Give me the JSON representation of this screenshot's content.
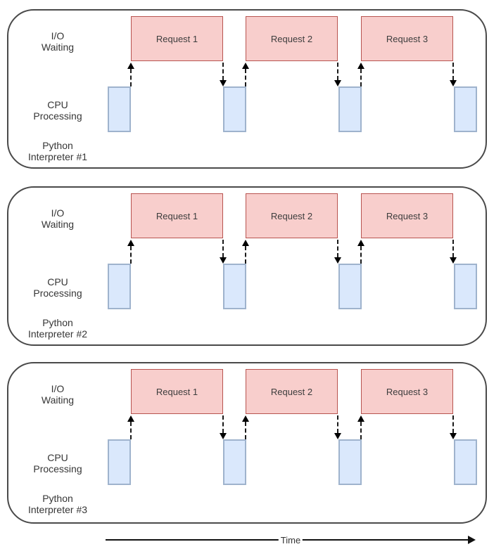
{
  "lanes": {
    "io": "I/O\nWaiting",
    "cpu": "CPU\nProcessing"
  },
  "panels": [
    {
      "name": "Python\nInterpreter #1",
      "requests": [
        "Request 1",
        "Request 2",
        "Request 3"
      ]
    },
    {
      "name": "Python\nInterpreter #2",
      "requests": [
        "Request 1",
        "Request 2",
        "Request 3"
      ]
    },
    {
      "name": "Python\nInterpreter #3",
      "requests": [
        "Request 1",
        "Request 2",
        "Request 3"
      ]
    }
  ],
  "time_axis": {
    "label": "Time"
  },
  "colors": {
    "request_fill": "#f8cecc",
    "request_stroke": "#b85450",
    "cpu_fill": "#dae8fc",
    "cpu_stroke": "#9fb3cd",
    "panel_border": "#4a4a4a",
    "arrow": "#000000",
    "text": "#333333",
    "background": "#ffffff"
  }
}
